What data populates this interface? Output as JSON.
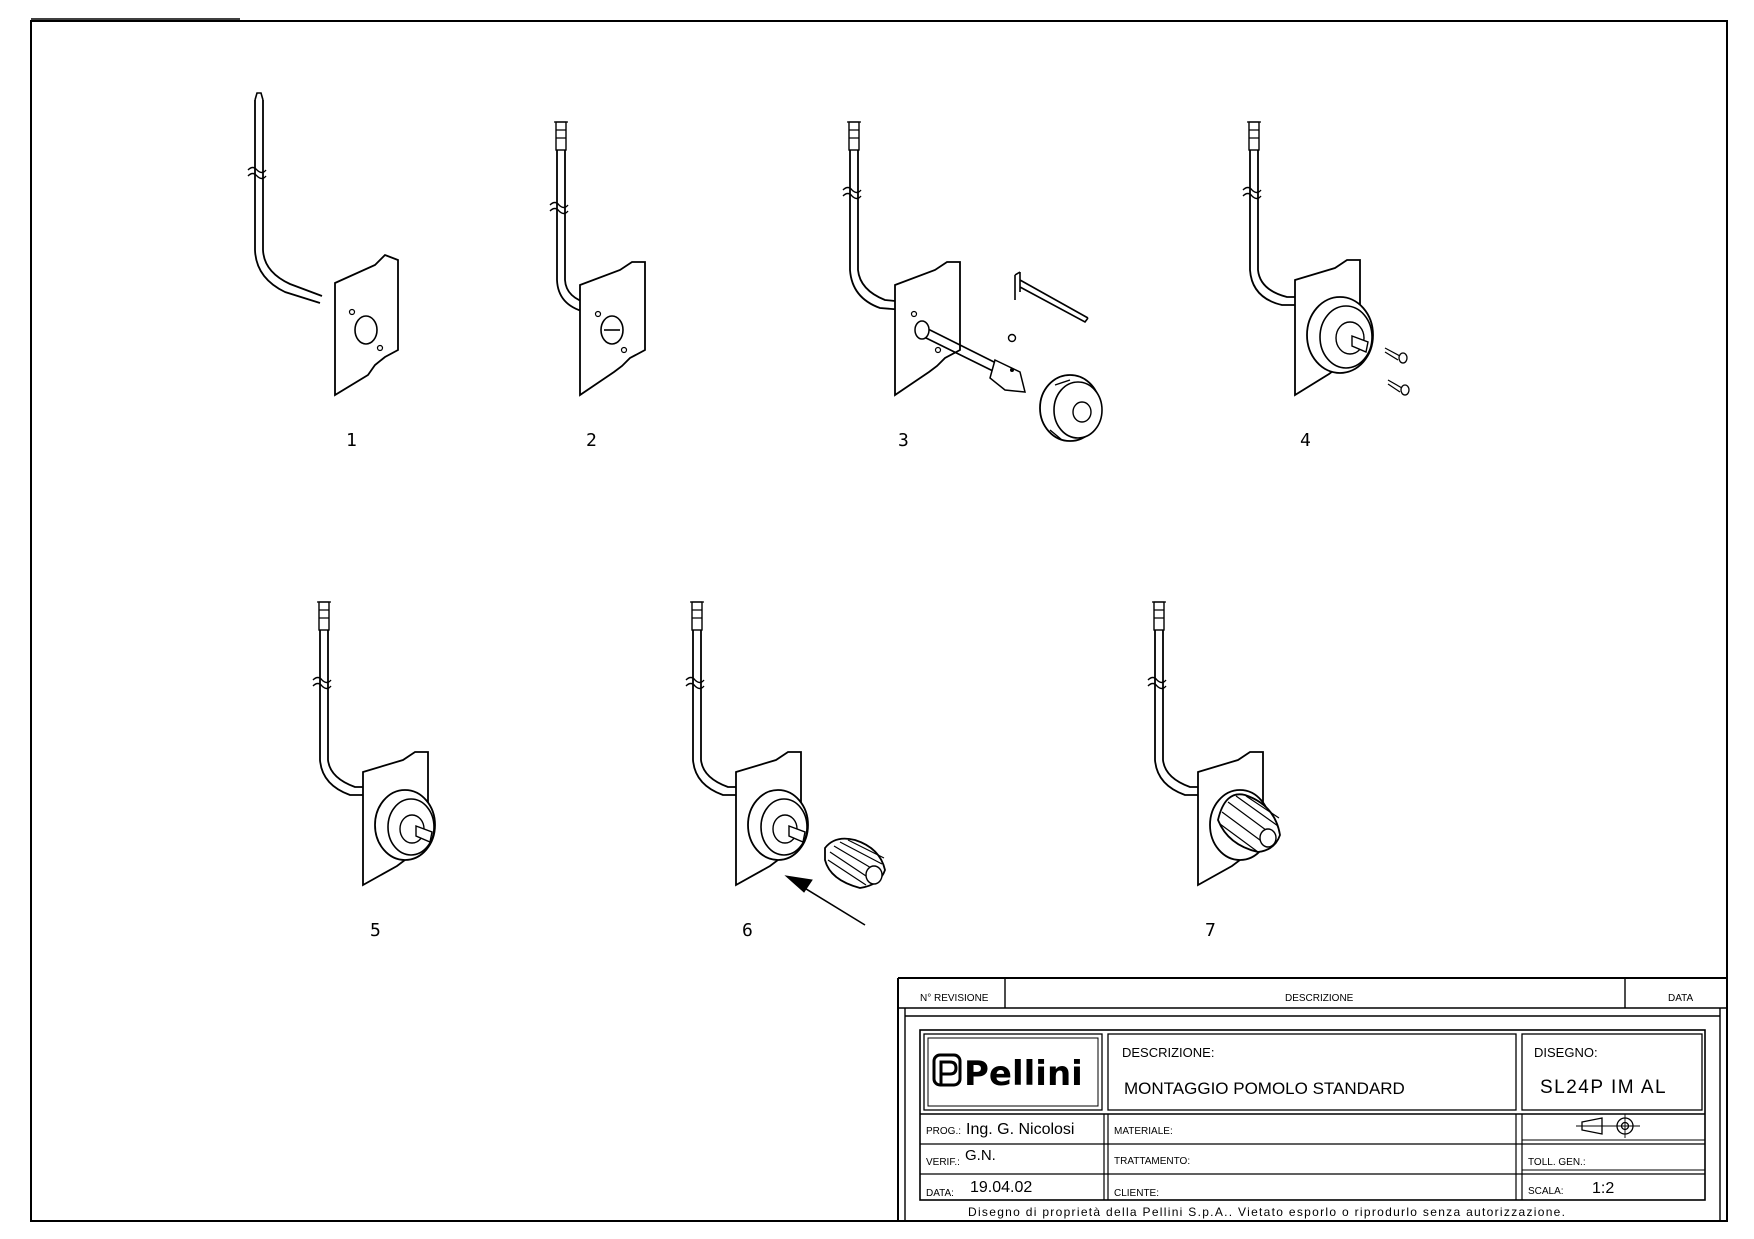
{
  "steps": [
    {
      "number": "1"
    },
    {
      "number": "2"
    },
    {
      "number": "3"
    },
    {
      "number": "4"
    },
    {
      "number": "5"
    },
    {
      "number": "6"
    },
    {
      "number": "7"
    }
  ],
  "revision_table": {
    "col_revision": "N° REVISIONE",
    "col_description": "DESCRIZIONE",
    "col_date": "DATA"
  },
  "title_block": {
    "company_logo_text": "Pellini",
    "descrizione_label": "DESCRIZIONE:",
    "descrizione_value": "MONTAGGIO POMOLO STANDARD",
    "disegno_label": "DISEGNO:",
    "disegno_value": "SL24P IM AL",
    "prog_label": "PROG.:",
    "prog_value": "Ing. G. Nicolosi",
    "verif_label": "VERIF.:",
    "verif_value": "G.N.",
    "data_label": "DATA:",
    "data_value": "19.04.02",
    "materiale_label": "MATERIALE:",
    "trattamento_label": "TRATTAMENTO:",
    "cliente_label": "CLIENTE:",
    "toll_label": "TOLL. GEN.:",
    "scala_label": "SCALA:",
    "scala_value": "1:2",
    "projection_symbol": "first-angle-projection-icon",
    "footer_note": "Disegno di proprietà della Pellini S.p.A.. Vietato esporlo o riprodurlo senza autorizzazione."
  }
}
